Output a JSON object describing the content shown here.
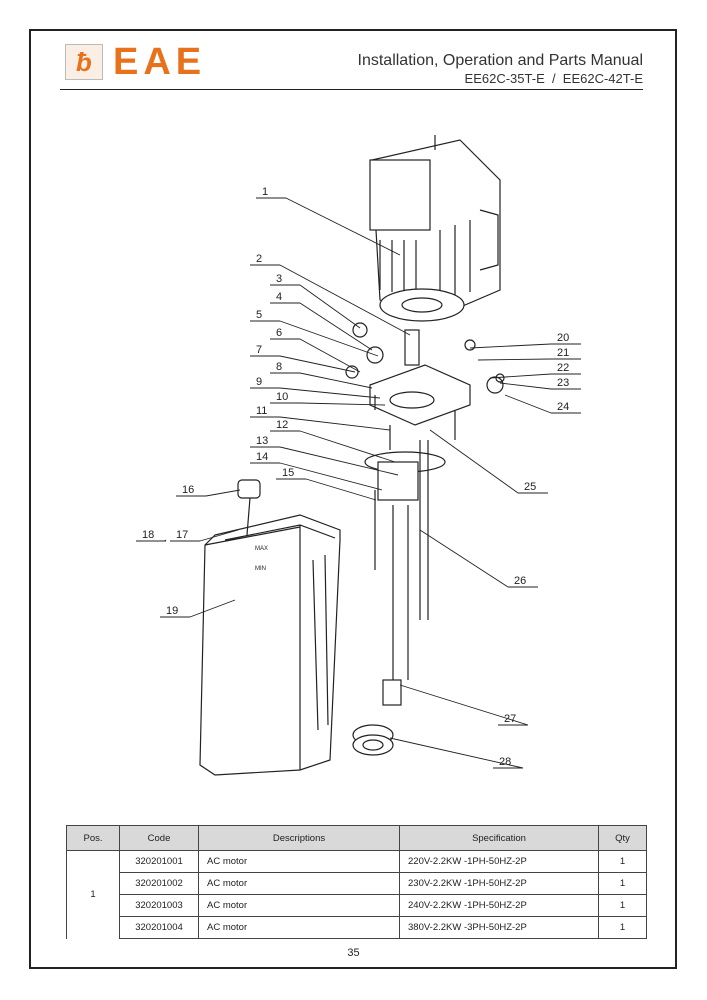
{
  "header": {
    "logo_text": "EAE",
    "logo_mark": "ƀ",
    "title": "Installation, Operation and Parts Manual",
    "models": "EE62C-35T-E  /  EE62C-42T-E"
  },
  "diagram": {
    "callouts": [
      "1",
      "2",
      "3",
      "4",
      "5",
      "6",
      "7",
      "8",
      "9",
      "10",
      "11",
      "12",
      "13",
      "14",
      "15",
      "16",
      "17",
      "18",
      "19",
      "20",
      "21",
      "22",
      "23",
      "24",
      "25",
      "26",
      "27",
      "28"
    ],
    "tank_max": "MAX",
    "tank_min": "MIN"
  },
  "table": {
    "headers": [
      "Pos.",
      "Code",
      "Descriptions",
      "Specification",
      "Qty"
    ],
    "pos": "1",
    "rows": [
      {
        "code": "320201001",
        "desc": "AC motor",
        "spec": "220V-2.2KW -1PH-50HZ-2P",
        "qty": "1"
      },
      {
        "code": "320201002",
        "desc": "AC motor",
        "spec": "230V-2.2KW -1PH-50HZ-2P",
        "qty": "1"
      },
      {
        "code": "320201003",
        "desc": "AC motor",
        "spec": "240V-2.2KW -1PH-50HZ-2P",
        "qty": "1"
      },
      {
        "code": "320201004",
        "desc": "AC motor",
        "spec": "380V-2.2KW -3PH-50HZ-2P",
        "qty": "1"
      }
    ]
  },
  "footer": {
    "page": "35"
  }
}
